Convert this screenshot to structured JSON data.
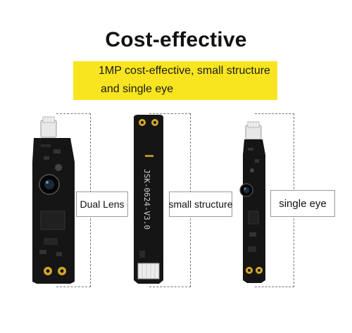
{
  "heading": "Cost-effective",
  "banner": {
    "line1": "1MP cost-effective, small structure",
    "line2": "and single eye"
  },
  "modules": [
    {
      "label": "Dual Lens"
    },
    {
      "label": "small structure",
      "silkscreen": "JSK-0624-V3.0"
    },
    {
      "label": "single eye"
    }
  ],
  "colors": {
    "accent_banner": "#f8e51f",
    "pcb": "#151515",
    "gold_pad": "#d4a62a"
  }
}
